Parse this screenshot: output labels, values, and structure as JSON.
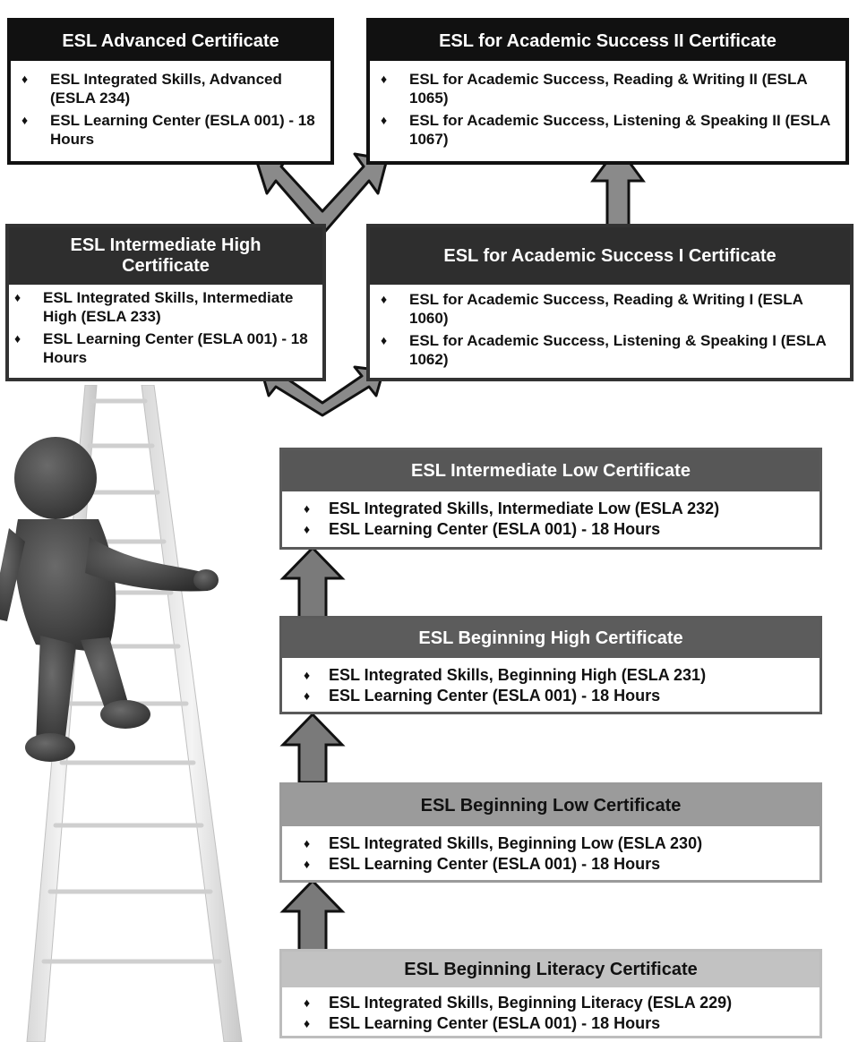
{
  "certificates": {
    "advanced": {
      "title": "ESL Advanced Certificate",
      "items": [
        "ESL Integrated Skills, Advanced (ESLA 234)",
        "ESL Learning Center (ESLA 001) - 18 Hours"
      ]
    },
    "academic2": {
      "title": "ESL for Academic Success II Certificate",
      "items": [
        "ESL for Academic Success, Reading & Writing II (ESLA 1065)",
        "ESL for Academic Success, Listening & Speaking II (ESLA 1067)"
      ]
    },
    "intermediate_high": {
      "title": "ESL Intermediate High Certificate",
      "items": [
        "ESL Integrated Skills, Intermediate High (ESLA 233)",
        "ESL Learning Center (ESLA 001) - 18 Hours"
      ]
    },
    "academic1": {
      "title": "ESL for Academic Success I Certificate",
      "items": [
        "ESL for Academic Success, Reading & Writing I (ESLA 1060)",
        "ESL for Academic Success, Listening & Speaking I (ESLA 1062)"
      ]
    },
    "intermediate_low": {
      "title": "ESL Intermediate Low Certificate",
      "items": [
        "ESL Integrated Skills, Intermediate Low (ESLA 232)",
        "ESL Learning Center (ESLA 001) - 18 Hours"
      ]
    },
    "beginning_high": {
      "title": "ESL Beginning High Certificate",
      "items": [
        "ESL Integrated Skills, Beginning High (ESLA 231)",
        "ESL Learning Center (ESLA 001) - 18 Hours"
      ]
    },
    "beginning_low": {
      "title": "ESL Beginning Low Certificate",
      "items": [
        "ESL Integrated Skills, Beginning Low (ESLA 230)",
        "ESL Learning Center (ESLA 001) - 18 Hours"
      ]
    },
    "beginning_literacy": {
      "title": "ESL Beginning Literacy Certificate",
      "items": [
        "ESL Integrated Skills, Beginning Literacy (ESLA 229)",
        "ESL Learning Center (ESLA 001) - 18 Hours"
      ]
    }
  },
  "illustration": {
    "icon": "figure-climbing-ladder-icon"
  },
  "colors": {
    "dark_header": "#111111",
    "mid_header": "#575757",
    "light_header": "#9b9b9b",
    "arrow": "#8a8a8a"
  }
}
